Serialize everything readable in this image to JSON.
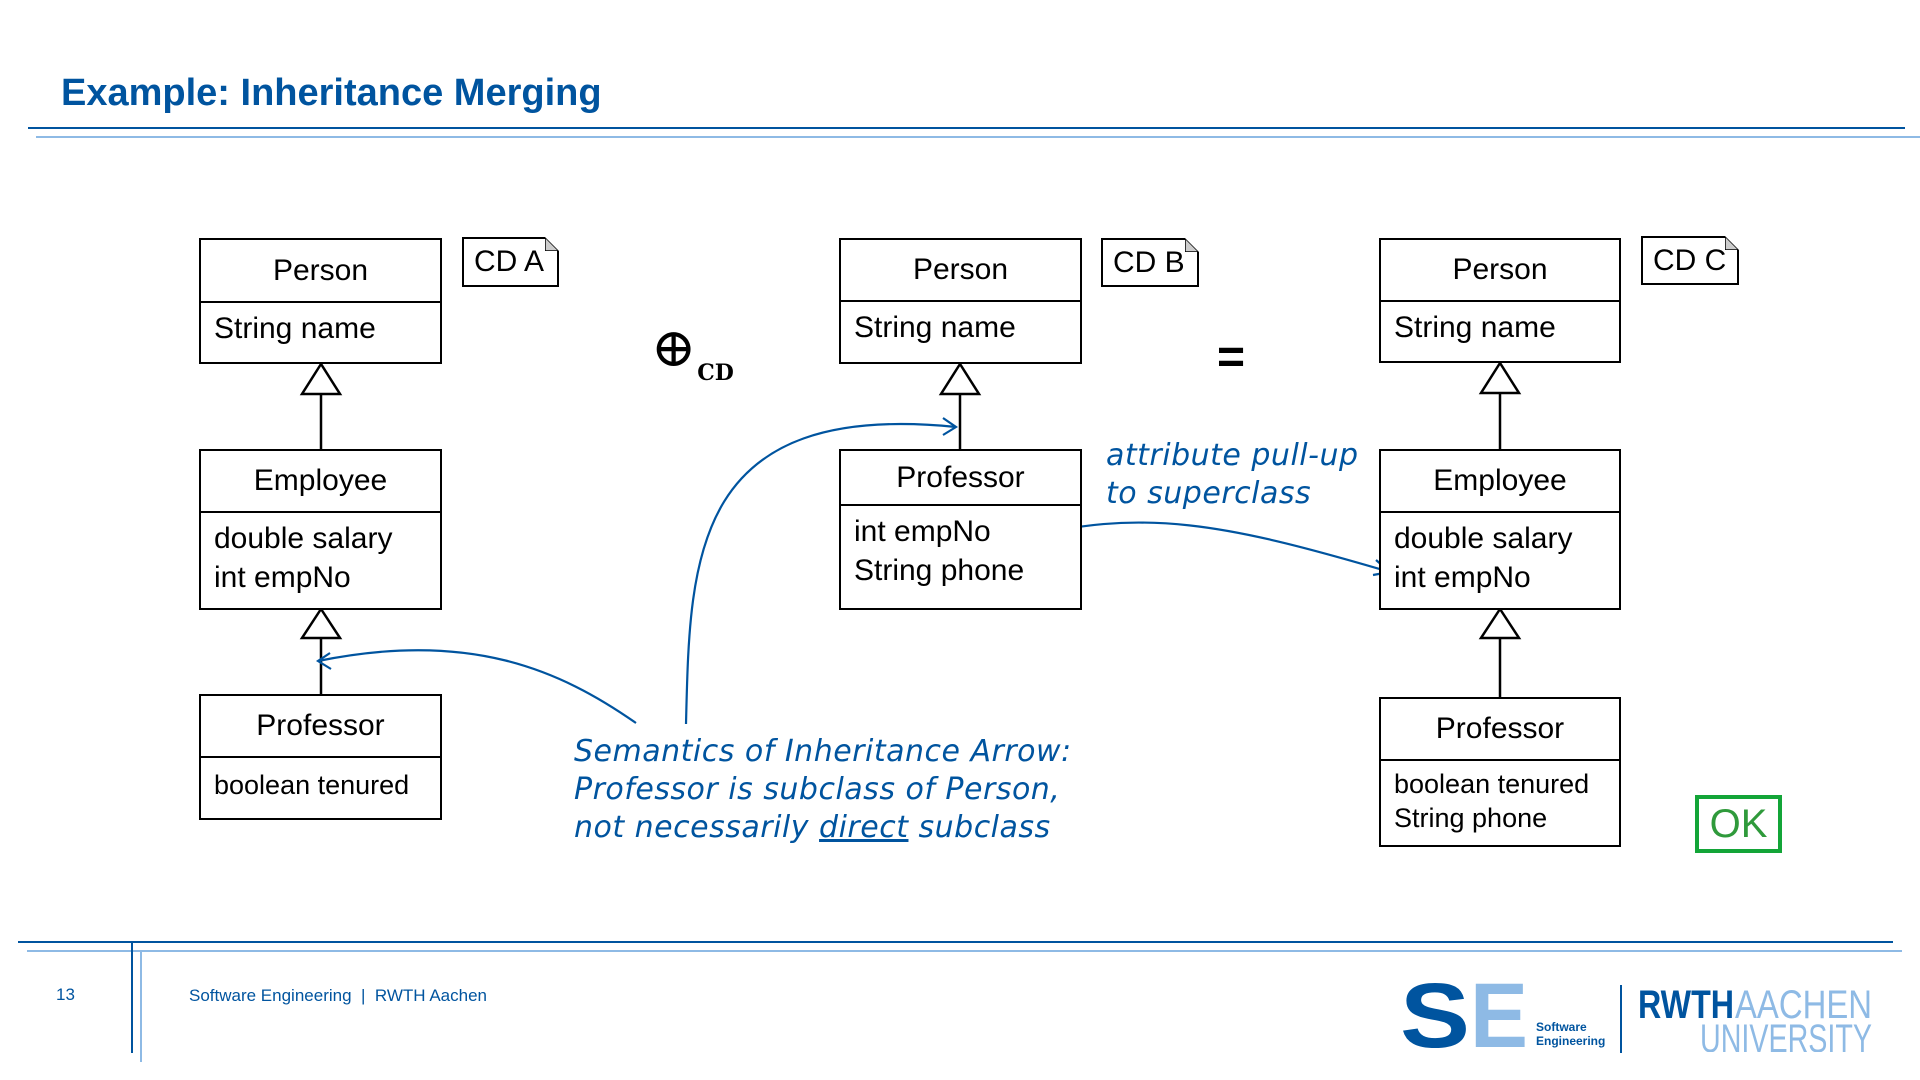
{
  "slide": {
    "title": "Example: Inheritance Merging",
    "page_number": "13",
    "footer_text": "Software Engineering  |  RWTH Aachen"
  },
  "colors": {
    "brand_blue": "#00549f",
    "light_blue": "#8ebae5",
    "ok_green": "#13a538"
  },
  "diagrams": {
    "cd_a": {
      "label": "CD A",
      "classes": [
        {
          "name": "Person",
          "attributes": [
            "String name"
          ]
        },
        {
          "name": "Employee",
          "attributes": [
            "double salary",
            "int empNo"
          ]
        },
        {
          "name": "Professor",
          "attributes": [
            "boolean tenured"
          ]
        }
      ]
    },
    "cd_b": {
      "label": "CD B",
      "classes": [
        {
          "name": "Person",
          "attributes": [
            "String name"
          ]
        },
        {
          "name": "Professor",
          "attributes": [
            "int empNo",
            "String phone"
          ]
        }
      ]
    },
    "cd_c": {
      "label": "CD C",
      "classes": [
        {
          "name": "Person",
          "attributes": [
            "String name"
          ]
        },
        {
          "name": "Employee",
          "attributes": [
            "double salary",
            "int empNo"
          ]
        },
        {
          "name": "Professor",
          "attributes": [
            "boolean tenured",
            "String phone"
          ]
        }
      ]
    }
  },
  "operators": {
    "merge_symbol": "⊕",
    "merge_subscript": "CD",
    "equals": "="
  },
  "annotations": {
    "inheritance_semantics": {
      "line1": "Semantics of Inheritance Arrow:",
      "line2": "Professor is subclass of Person,",
      "line3_pre": "not necessarily ",
      "line3_underlined": "direct",
      "line3_post": " subclass"
    },
    "pull_up": {
      "line1": "attribute pull-up",
      "line2": "to superclass"
    }
  },
  "result_badge": "OK",
  "logos": {
    "se_letters": "SE",
    "se_line1": "Software",
    "se_line2": "Engineering",
    "rwth": "RWTH",
    "aachen": "AACHEN",
    "university": "UNIVERSITY"
  }
}
